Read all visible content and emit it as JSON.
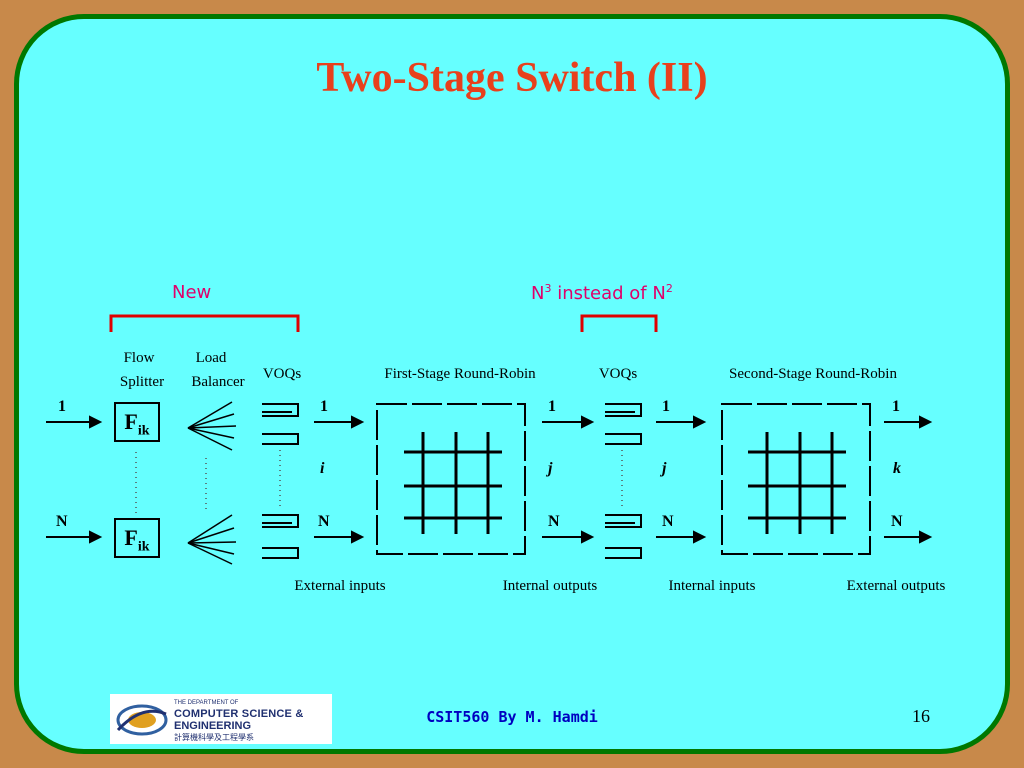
{
  "title": "Two-Stage Switch (II)",
  "annotations": {
    "new": "New",
    "n3_prefix": "N",
    "n3_sup": "3",
    "n3_mid": " instead of N",
    "n3_sup2": "2"
  },
  "labels": {
    "flow": "Flow",
    "splitter": "Splitter",
    "load": "Load",
    "balancer": "Balancer",
    "voqs1": "VOQs",
    "voqs2": "VOQs",
    "first_rr": "First-Stage Round-Robin",
    "second_rr": "Second-Stage Round-Robin",
    "ext_inputs": "External inputs",
    "int_outputs": "Internal outputs",
    "int_inputs": "Internal inputs",
    "ext_outputs": "External outputs"
  },
  "ports": {
    "in_top": "1",
    "in_bot": "N",
    "s1_in_top": "1",
    "s1_in_mid": "i",
    "s1_in_bot": "N",
    "s1_out_top": "1",
    "s1_out_mid": "j",
    "s1_out_bot": "N",
    "s2_in_top": "1",
    "s2_in_mid": "j",
    "s2_in_bot": "N",
    "s2_out_top": "1",
    "s2_out_mid": "k",
    "s2_out_bot": "N"
  },
  "fbox": {
    "main": "F",
    "sub": "ik"
  },
  "footer": "CSIT560 By M. Hamdi",
  "page_number": "16",
  "logo": {
    "line1": "THE DEPARTMENT OF",
    "line2": "COMPUTER SCIENCE &",
    "line3": "ENGINEERING",
    "line4": "計算機科學及工程學系"
  },
  "colors": {
    "background": "#C8894A",
    "slide": "#66FFFF",
    "border": "#007800",
    "title": "#E8401C",
    "annotation": "#E0006A",
    "footer": "#0000C0"
  }
}
